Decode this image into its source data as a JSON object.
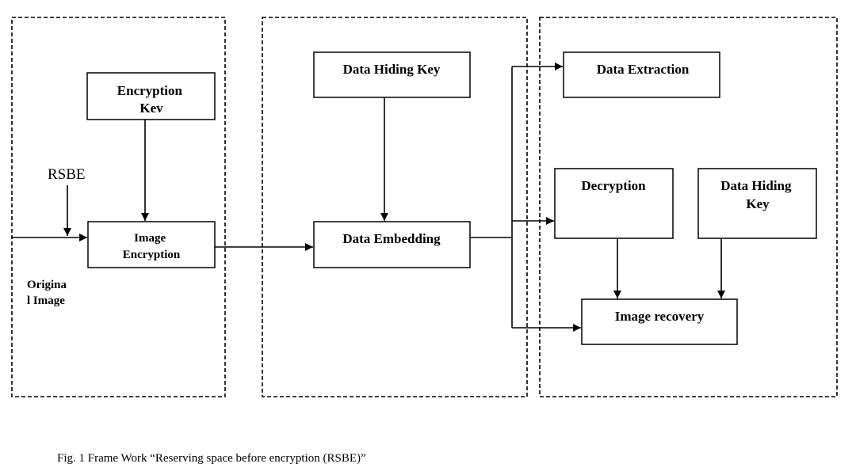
{
  "nodes": {
    "encryption_key": [
      "Encryption",
      "Kev"
    ],
    "image_encryption": [
      "Image",
      "Encryption"
    ],
    "data_hiding_key_top": [
      "Data Hiding Key"
    ],
    "data_embedding": [
      "Data Embedding"
    ],
    "data_extraction": [
      "Data Extraction"
    ],
    "decryption": [
      "Decryption"
    ],
    "data_hiding_key_right": [
      "Data Hiding",
      "Key"
    ],
    "image_recovery": [
      "Image recovery"
    ]
  },
  "labels": {
    "rsbe": "RSBE",
    "original_image": [
      "Origina",
      "l Image"
    ]
  },
  "caption": "Fig. 1 Frame Work “Reserving space before encryption (RSBE)”"
}
